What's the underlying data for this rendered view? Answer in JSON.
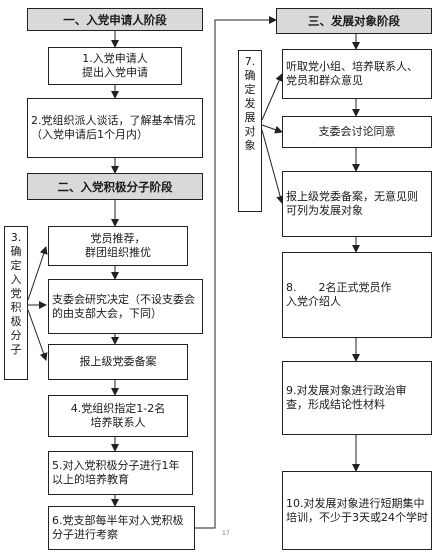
{
  "stage1": {
    "header": "一、入党申请人阶段",
    "box1": "1.入党申请人\n提出入党申请",
    "box2": "2.党组织派人谈话，了解基本情况（入党申请后1个月内）"
  },
  "stage2": {
    "header": "二、入党积极分子阶段",
    "side_label": "3.确定入党积极分子",
    "box3a": "党员推荐，\n群团组织推优",
    "box3b": "支委会研究决定（不设支委会的由支部大会，下同）",
    "box3c": "报上级党委备案",
    "box4": "4.党组织指定1-2名\n培养联系人",
    "box5": "5.对入党积极分子进行1年以上的培养教育",
    "box6": "6.党支部每半年对入党积极分子进行考察"
  },
  "stage3": {
    "header": "三、发展对象阶段",
    "side_label": "7.确定发展对象",
    "box7a": "听取党小组、培养联系人、党员和群众意见",
    "box7b": "支委会讨论同意",
    "box7c": "报上级党委备案，无意见则可列为发展对象",
    "box8": "8.　　2名正式党员作\n入党介绍人",
    "box9": "9.对发展对象进行政治审查，形成结论性材料",
    "box10": "10.对发展对象进行短期集中培训，不少于3天或24个学时"
  },
  "page_number": "17"
}
